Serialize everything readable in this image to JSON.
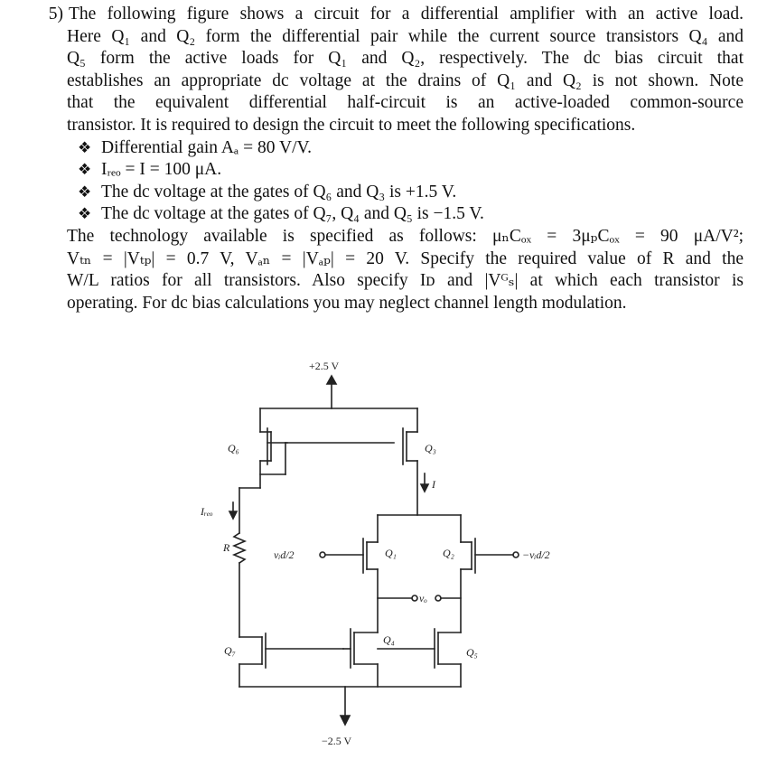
{
  "problem": {
    "number": "5)",
    "lines": [
      "The following figure shows a circuit for a differential amplifier with an active load.",
      "Here Q₁ and Q₂ form the differential pair while the current source transistors Q₄ and",
      "Q₅ form the active loads for Q₁ and Q₂, respectively. The dc bias circuit that",
      "establishes an appropriate dc voltage at the drains of Q₁ and Q₂ is not shown. Note",
      "that the equivalent differential half-circuit is an active-loaded common-source",
      "transistor. It is required to design the circuit to meet the following specifications."
    ],
    "specs": [
      "Differential gain Aₐ = 80 V/V.",
      "Iᵣₑₒ = I = 100 μA.",
      "The dc voltage at the gates of Q₆ and Q₃ is +1.5 V.",
      "The dc voltage at the gates of Q₇, Q₄ and Q₅ is −1.5 V."
    ],
    "bullet": "❖",
    "tech_lines": [
      "The technology available is specified as follows: μₙCₒₓ = 3μₚCₒₓ = 90 μA/V²;",
      "Vₜₙ = |Vₜₚ| = 0.7 V, Vₐₙ = |Vₐₚ| = 20 V. Specify the required value of R and the",
      "W/L ratios for all transistors. Also specify Iᴅ and |Vᴳₛ| at which each transistor is",
      "operating. For dc bias calculations you may neglect channel length modulation."
    ]
  },
  "circuit": {
    "vdd": "+2.5 V",
    "vss": "−2.5 V",
    "labels": {
      "q6": "Q₆",
      "q3": "Q₃",
      "q1": "Q₁",
      "q2": "Q₂",
      "q4": "Q₄",
      "q5": "Q₅",
      "q7": "Q₇",
      "iref": "Iᵣₑₒ",
      "r": "R",
      "i": "I",
      "vin_pos": "vᵢd/2",
      "vin_neg": "−vᵢd/2",
      "vo": "vₒ"
    }
  }
}
